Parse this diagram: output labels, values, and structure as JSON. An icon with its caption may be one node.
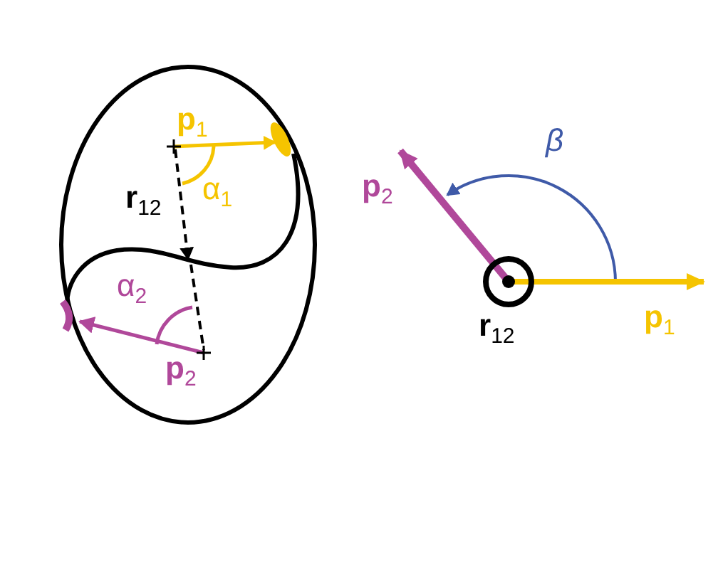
{
  "diagram": {
    "labels": [
      "**p**$_{1}$",
      "α$_{1}$",
      "**r**$_{12}$",
      "α$_{2}$",
      "**p**$_{2}$",
      "β",
      "**p**$_{2}$",
      "**r**$_{12}$",
      "**p**$_{1}$"
    ]
  }
}
